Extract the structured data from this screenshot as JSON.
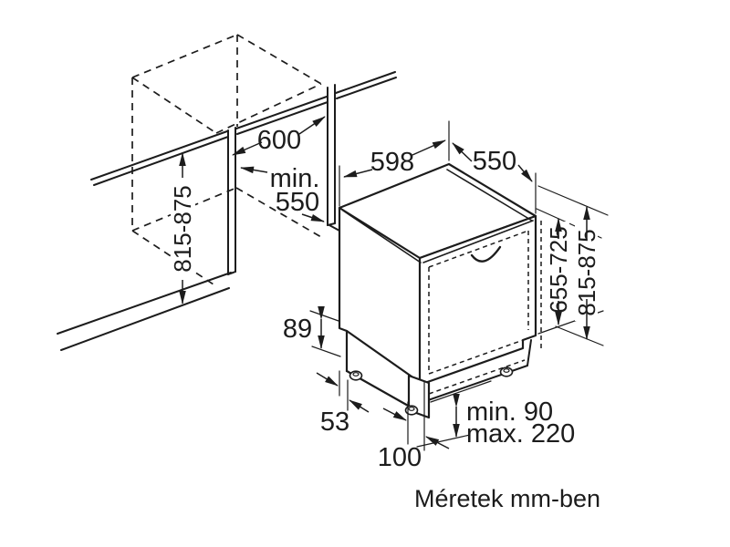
{
  "diagram": {
    "caption": "Méretek mm-ben",
    "labels": {
      "niche_width": "600",
      "niche_depth_min_line1": "min.",
      "niche_depth_min_line2": "550",
      "niche_height": "815-875",
      "appliance_width": "598",
      "appliance_depth": "550",
      "door_panel_height": "655-725",
      "appliance_height": "815-875",
      "base_step": "89",
      "base_recess": "53",
      "foot_to_front": "100",
      "plinth_clearance_min": "min. 90",
      "plinth_clearance_max": "max. 220"
    },
    "colors": {
      "line": "#1c1c1c",
      "background": "#ffffff"
    }
  }
}
